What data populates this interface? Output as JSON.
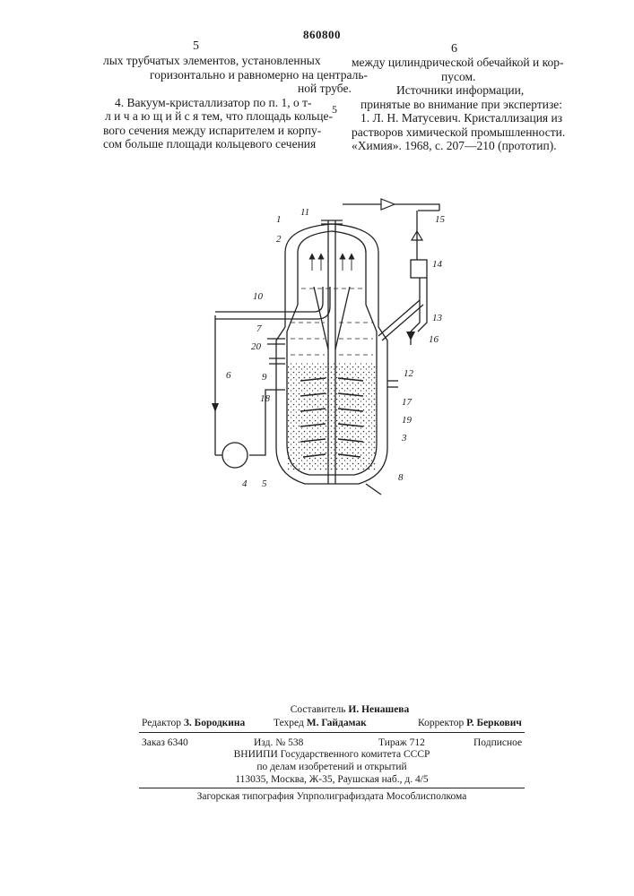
{
  "header": {
    "patent_number": "860800",
    "col_left_number": "5",
    "col_right_number": "6"
  },
  "left_column": {
    "lines": [
      "лых трубчатых элементов,  установленных",
      "горизонтально и равномерно  на централь-",
      "ной трубе.",
      "4. Вакуум-кристаллизатор по п. 1, о т-",
      "л и ч а ю щ и й с я тем, что площадь кольце-",
      "вого сечения между испарителем и корпу-",
      "сом больше площади  кольцевого сечения"
    ]
  },
  "right_column": {
    "lines": [
      "между цилиндрической обечайкой и кор-",
      "пусом."
    ],
    "sources_heading_1": "Источники  информации,",
    "sources_heading_2": "принятые во внимание при экспертизе:",
    "reference_lines": [
      "1. Л. Н. Матусевич. Кристаллизация из",
      "растворов  химической  промышленности.",
      "«Химия». 1968, с. 207—210  (прототип)."
    ],
    "line_number": "5"
  },
  "figure": {
    "labels": [
      "1",
      "2",
      "3",
      "4",
      "5",
      "6",
      "7",
      "8",
      "9",
      "10",
      "11",
      "12",
      "13",
      "14",
      "15",
      "16",
      "17",
      "18",
      "19",
      "20"
    ]
  },
  "colophon": {
    "compiler_label": "Составитель",
    "compiler_name": "И. Ненашева",
    "editor_label": "Редактор",
    "editor_name": "З. Бородкина",
    "techred_label": "Техред",
    "techred_name": "М. Гайдамак",
    "corrector_label": "Корректор",
    "corrector_name": "Р. Беркович",
    "order": "Заказ 6340",
    "edition": "Изд.  №  538",
    "circulation": "Тираж  712",
    "subscription": "Подписное",
    "org_line_1": "ВНИИПИ  Государственного  комитета  СССР",
    "org_line_2": "по делам изобретений  и  открытий",
    "org_line_3": "113035, Москва, Ж-35, Раушская наб., д. 4/5",
    "printer": "Загорская типография Упрполиграфиздата Мособлисполкома"
  }
}
